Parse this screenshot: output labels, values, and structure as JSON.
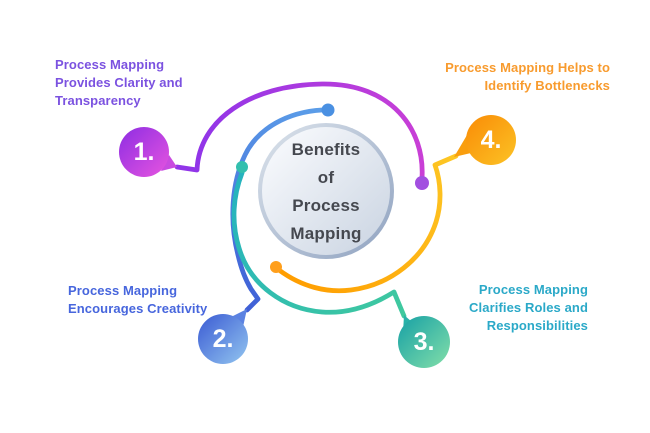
{
  "background": "#FFFFFF",
  "center": {
    "title": "Benefits\nof\nProcess\nMapping",
    "text_color": "#45484F",
    "fill_from": "#FCFDFF",
    "fill_to": "#C9D3E1",
    "ring_from": "#DDE4EC",
    "ring_to": "#8FA2C0"
  },
  "number_color": "#FFFFFF",
  "items": [
    {
      "number": "1.",
      "label": "Process Mapping\nProvides Clarity and\nTransparency",
      "label_color": "#7B52E0",
      "circle_from": "#8D2DE2",
      "circle_to": "#E755E0",
      "arc_from": "#9135E8",
      "arc_to": "#C93FD6",
      "dot_color": "#A24FE0",
      "tail_color": "#C94BE0"
    },
    {
      "number": "2.",
      "label": "Process Mapping\nEncourages Creativity",
      "label_color": "#4766DD",
      "circle_from": "#3A5AD3",
      "circle_to": "#93C6F0",
      "arc_from": "#5B9DE8",
      "arc_to": "#3F5FD6",
      "dot_color": "#4A90E2",
      "tail_color": "#5B82E2"
    },
    {
      "number": "3.",
      "label": "Process Mapping\nClarifies Roles and\nResponsibilities",
      "label_color": "#2BA9C8",
      "circle_from": "#16A0A5",
      "circle_to": "#83DFA9",
      "arc_from": "#25B3BE",
      "arc_to": "#40C99E",
      "dot_color": "#33BFAE",
      "tail_color": "#28B2A8"
    },
    {
      "number": "4.",
      "label": "Process Mapping Helps to\nIdentify Bottlenecks",
      "label_color": "#F89B2E",
      "circle_from": "#F98B06",
      "circle_to": "#FCC325",
      "arc_from": "#FF9D00",
      "arc_to": "#FDC725",
      "dot_color": "#FF9F1C",
      "tail_color": "#F99E0E"
    }
  ]
}
